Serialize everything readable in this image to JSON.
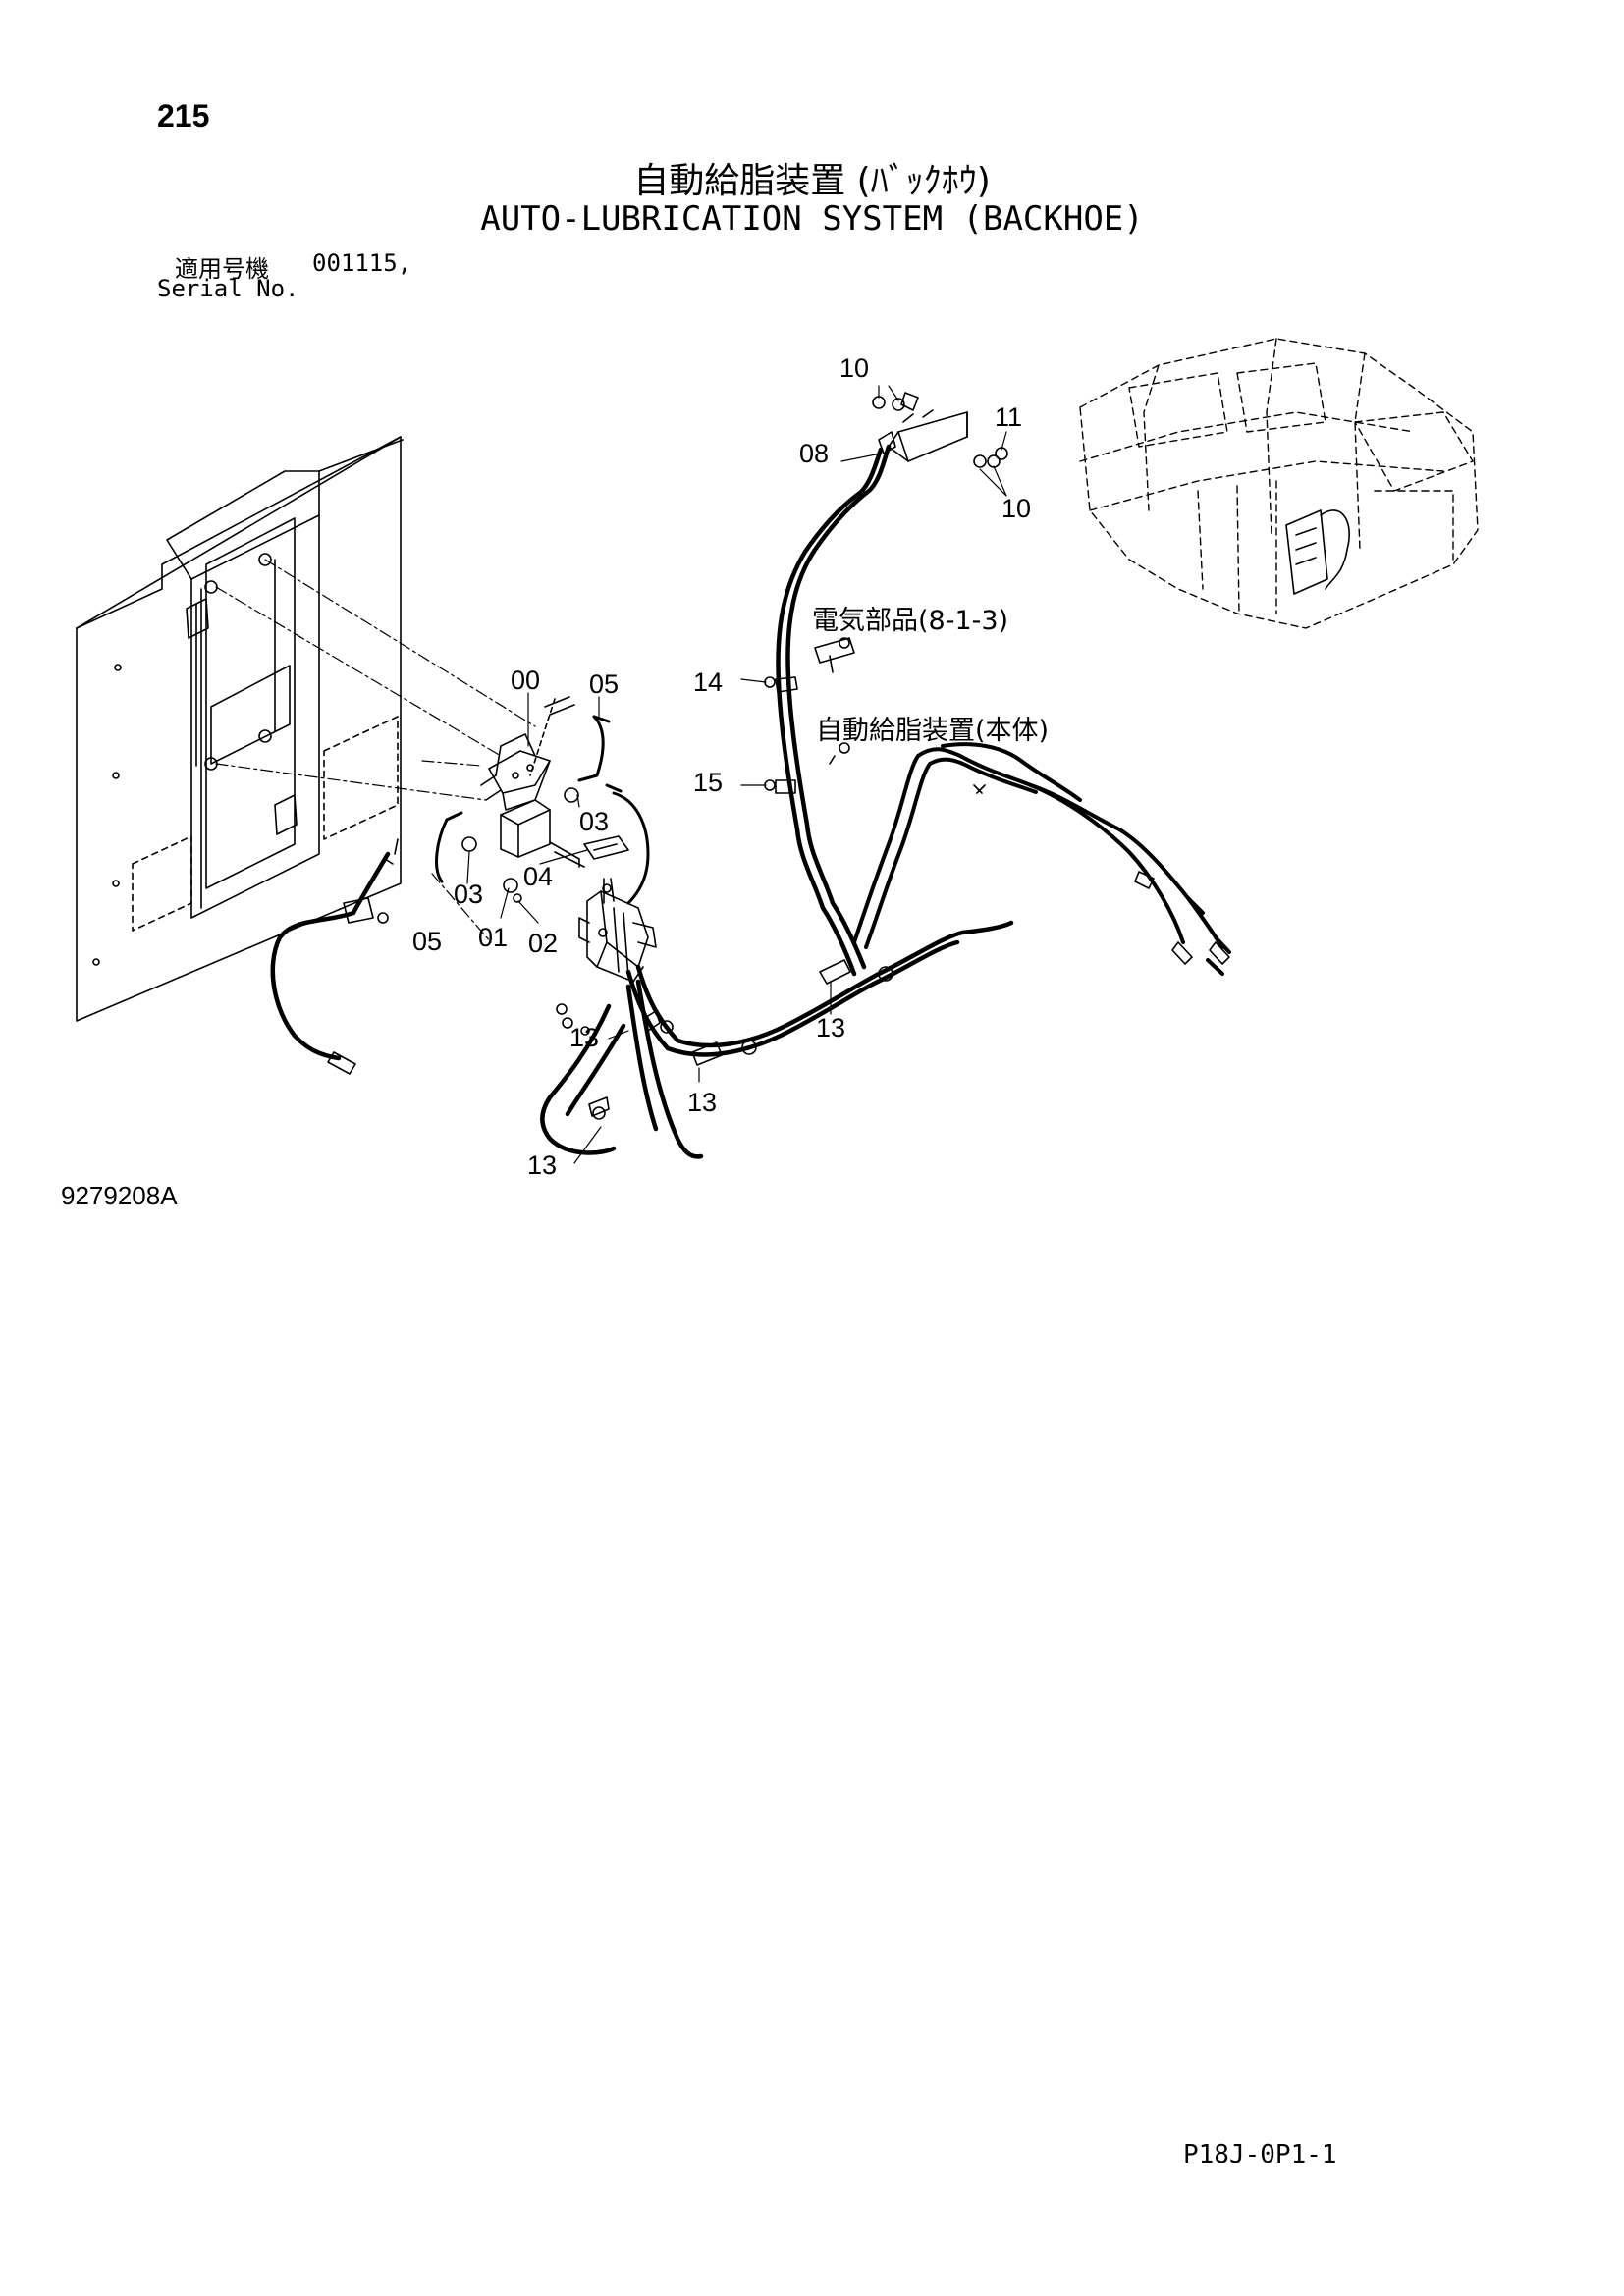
{
  "header": {
    "page_number": "215",
    "title_jp": "自動給脂装置 (ﾊﾞｯｸﾎｳ)",
    "title_en": "AUTO-LUBRICATION SYSTEM (BACKHOE)",
    "serial_label_jp": "適用号機",
    "serial_value": "001115,",
    "serial_label_en": "Serial No."
  },
  "callouts": {
    "c00": "00",
    "c01": "01",
    "c02": "02",
    "c03a": "03",
    "c03b": "03",
    "c04": "04",
    "c05a": "05",
    "c05b": "05",
    "c08": "08",
    "c10a": "10",
    "c10b": "10",
    "c11": "11",
    "c13a": "13",
    "c13b": "13",
    "c13c": "13",
    "c13d": "13",
    "c14": "14",
    "c15": "15"
  },
  "references": {
    "electrical_parts": "電気部品(8-1-3)",
    "auto_lube_unit": "自動給脂装置(本体)"
  },
  "footer": {
    "drawing_number": "9279208A",
    "page_code": "P18J-0P1-1"
  }
}
